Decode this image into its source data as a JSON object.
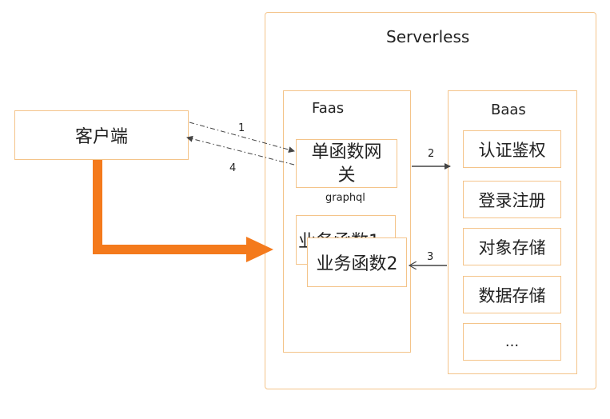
{
  "client": {
    "label": "客户端"
  },
  "serverless": {
    "title": "Serverless",
    "faas": {
      "title": "Faas",
      "gateway_label": "单函数网关",
      "gateway_note": "graphql",
      "func1_label": "业务函数1",
      "func2_label": "业务函数2"
    },
    "baas": {
      "title": "Baas",
      "items": [
        "认证鉴权",
        "登录注册",
        "对象存储",
        "数据存储",
        "..."
      ]
    }
  },
  "arrows": {
    "a1": "1",
    "a2": "2",
    "a3": "3",
    "a4": "4"
  },
  "colors": {
    "border": "#f4c48a",
    "big_arrow": "#f47a1c",
    "line": "#444444"
  }
}
